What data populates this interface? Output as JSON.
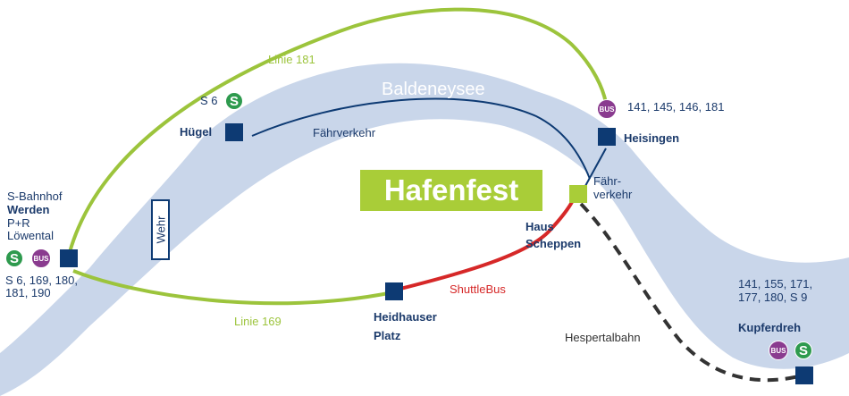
{
  "lake": {
    "name": "Baldeneysee",
    "color": "#c9d6ea"
  },
  "event": {
    "label": "Hafenfest",
    "color": "#a9cd38"
  },
  "weir": {
    "label": "Wehr"
  },
  "lines": {
    "l181": {
      "label": "Linie 181",
      "color": "#9cc43c"
    },
    "l169": {
      "label": "Linie 169",
      "color": "#9cc43c"
    },
    "ferry_main": {
      "label": "Fährverkehr",
      "color": "#0d3a73"
    },
    "ferry_short": {
      "label_1": "Fähr-",
      "label_2": "verkehr",
      "color": "#0d3a73"
    },
    "shuttle": {
      "label": "ShuttleBus",
      "color": "#d62828"
    },
    "hespertal": {
      "label": "Hespertalbahn",
      "color": "#333333"
    }
  },
  "stations": {
    "werden": {
      "line1": "S-Bahnhof",
      "name": "Werden",
      "line3": "P+R",
      "line4": "Löwental",
      "routes_1": "S 6, 169, 180,",
      "routes_2": "181, 190"
    },
    "huegel": {
      "name": "Hügel",
      "routes": "S 6"
    },
    "heisingen": {
      "name": "Heisingen",
      "routes": "141, 145, 146, 181"
    },
    "haus_scheppen": {
      "name_1": "Haus",
      "name_2": "Scheppen"
    },
    "heidhauser": {
      "name_1": "Heidhauser",
      "name_2": "Platz"
    },
    "kupferdreh": {
      "name": "Kupferdreh",
      "routes_1": "141, 155, 171,",
      "routes_2": "177, 180, S 9"
    }
  },
  "badges": {
    "s_bahn": "S",
    "bus": "BUS"
  },
  "icons": {
    "s_bahn": "s-bahn-icon",
    "bus": "bus-icon"
  },
  "colors": {
    "stop": "#0d3a73",
    "s_bahn": "#2e9a4e",
    "bus": "#8a3b8f"
  }
}
